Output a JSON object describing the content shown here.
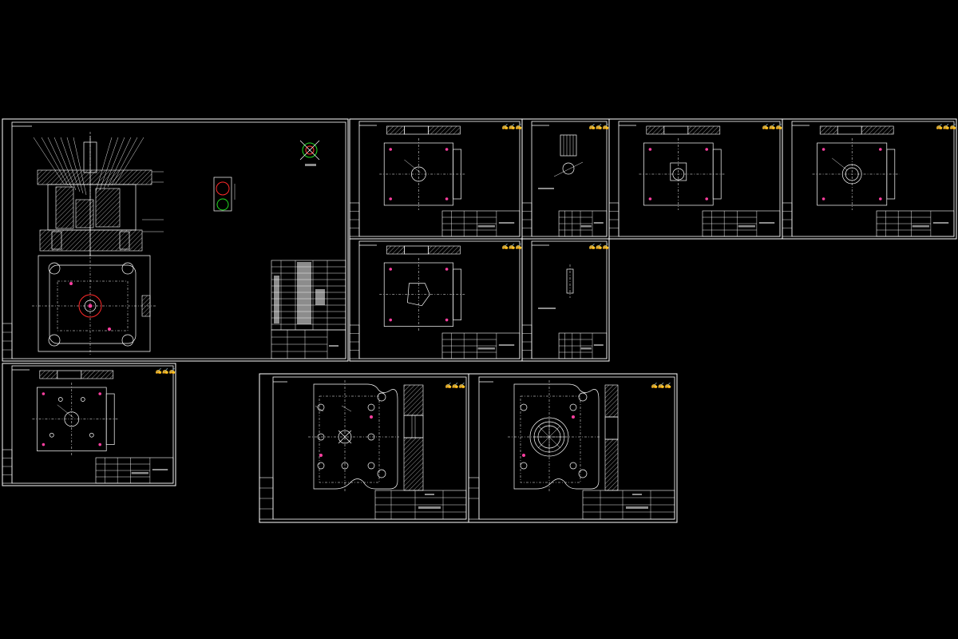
{
  "canvas": {
    "background": "#000000",
    "line_color": "#ffffff",
    "accent_magenta": "#ff3fa0",
    "accent_green": "#22dd22",
    "accent_red": "#ff2a2a"
  },
  "icons": [
    "hatch-pattern",
    "center-mark",
    "title-block"
  ]
}
